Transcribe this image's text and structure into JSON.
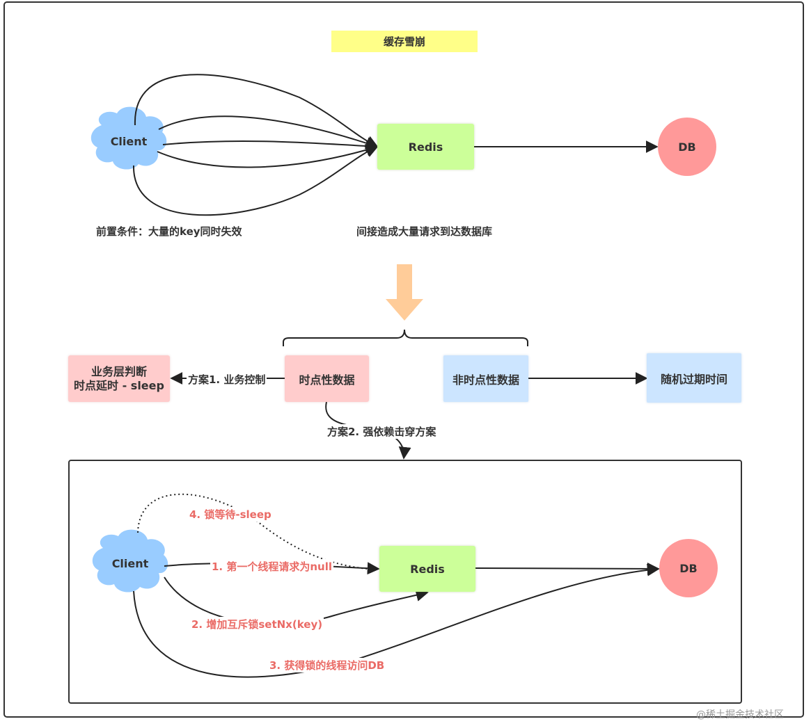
{
  "title": "缓存雪崩",
  "top": {
    "client": "Client",
    "redis": "Redis",
    "db": "DB",
    "precondition": "前置条件：大量的key同时失效",
    "consequence": "间接造成大量请求到达数据库"
  },
  "middle": {
    "left_box_line1": "业务层判断",
    "left_box_line2": "时点延时 - sleep",
    "plan1_label": "方案1. 业务控制",
    "time_data": "时点性数据",
    "non_time_data": "非时点性数据",
    "random_expire": "随机过期时间",
    "plan2_label": "方案2. 强依赖击穿方案"
  },
  "bottom": {
    "client": "Client",
    "redis": "Redis",
    "db": "DB",
    "step1": "1. 第一个线程请求为null",
    "step2": "2. 增加互斥锁setNx(key)",
    "step3": "3. 获得锁的线程访问DB",
    "step4": "4. 锁等待-sleep"
  },
  "watermark": "@稀土掘金技术社区",
  "colors": {
    "title_bg": "#ffff88",
    "redis_bg": "#ccff99",
    "db_bg": "#ff9999",
    "pink_bg": "#ffcccc",
    "blue_bg": "#cce5ff",
    "cloud": "#99ccff",
    "arrow_down": "#ffcc99",
    "step_text": "#ea6b66"
  }
}
